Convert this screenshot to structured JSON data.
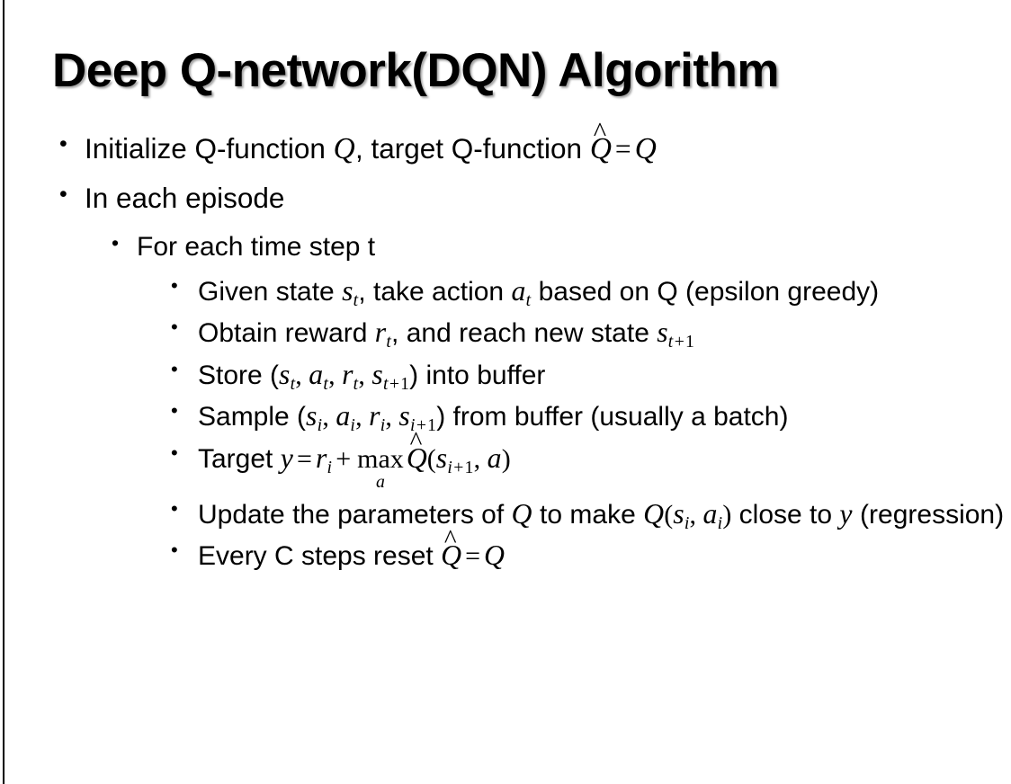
{
  "slide": {
    "title": "Deep Q-network(DQN) Algorithm",
    "background_color": "#ffffff",
    "text_color": "#000000",
    "bullet_glyph": "•"
  },
  "content": {
    "b1": {
      "level": 1,
      "t1": "Initialize Q-function ",
      "m1": "Q",
      "t2": ", target Q-function ",
      "m2": "Q",
      "eq": "=",
      "m3": "Q"
    },
    "b2": {
      "level": 1,
      "t1": "In each episode"
    },
    "b3": {
      "level": 2,
      "t1": "For each time step t"
    },
    "b4": {
      "level": 3,
      "t1": "Given state ",
      "m1": "s",
      "s1": "t",
      "t2": ", take action ",
      "m2": "a",
      "s2": "t",
      "t3": " based on Q (epsilon greedy)"
    },
    "b5": {
      "level": 3,
      "t1": "Obtain reward ",
      "m1": "r",
      "s1": "t",
      "t2": ", and reach new state ",
      "m2": "s",
      "s2": "t+1"
    },
    "b6": {
      "level": 3,
      "t1": "Store (",
      "m1": "s",
      "s1": "t",
      "c1": ", ",
      "m2": "a",
      "s2": "t",
      "c2": ", ",
      "m3": "r",
      "s3": "t",
      "c3": ", ",
      "m4": "s",
      "s4": "t+1",
      "t2": ") into buffer"
    },
    "b7": {
      "level": 3,
      "t1": "Sample (",
      "m1": "s",
      "s1": "i",
      "c1": ", ",
      "m2": "a",
      "s2": "i",
      "c2": ", ",
      "m3": "r",
      "s3": "i",
      "c3": ", ",
      "m4": "s",
      "s4": "i+1",
      "t2": ") from buffer (usually a batch)"
    },
    "b8": {
      "level": 3,
      "t1": "Target ",
      "m1": "y",
      "eq": "=",
      "m2": "r",
      "s2": "i",
      "plus": "+",
      "max_top": "max",
      "max_bot": "a",
      "m3": "Q",
      "p1": "(",
      "m4": "s",
      "s4": "i+1",
      "c1": ", ",
      "m5": "a",
      "p2": ")"
    },
    "b9": {
      "level": 3,
      "t1": "Update the parameters of ",
      "m1": "Q",
      "t2": " to make ",
      "m2": "Q",
      "p1": "(",
      "m3": "s",
      "s3": "i",
      "c1": ", ",
      "m4": "a",
      "s4": "i",
      "p2": ")",
      "t3": " close to ",
      "m5": "y",
      "t4": " (regression)"
    },
    "b10": {
      "level": 3,
      "t1": "Every C steps reset ",
      "m1": "Q",
      "eq": "=",
      "m2": "Q"
    }
  }
}
